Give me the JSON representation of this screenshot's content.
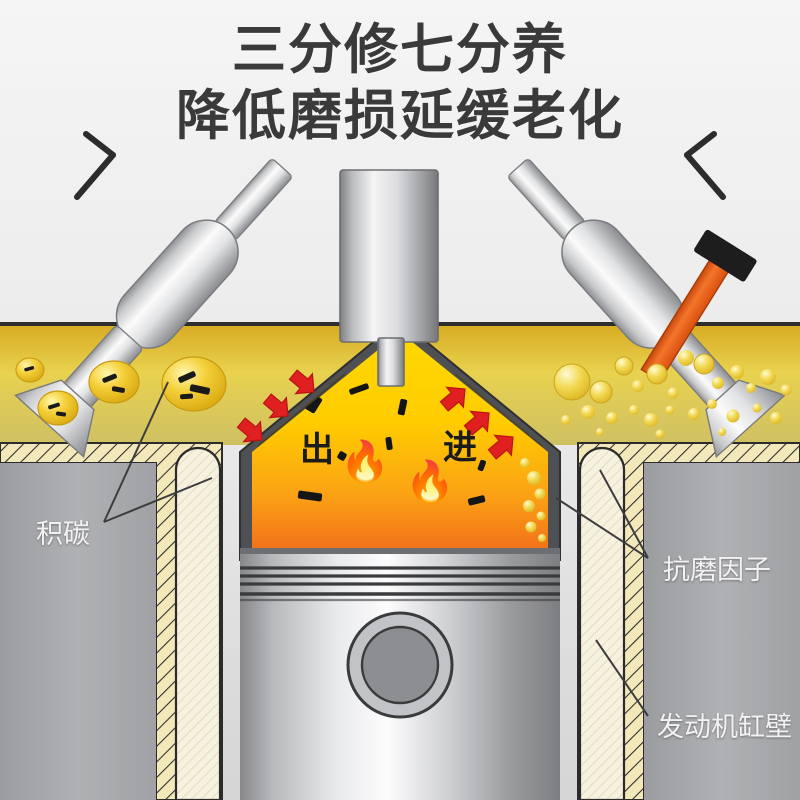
{
  "headline": {
    "line1": "三分修七分养",
    "line2": "降低磨损延缓老化",
    "color": "#3a3a3a"
  },
  "chamber": {
    "label_exhaust": "出",
    "label_intake": "进",
    "flame_icon": "🔥",
    "flames": [
      "🔥",
      "🔥"
    ],
    "gas_color_top": "#ffd400",
    "gas_color_bottom": "#f47a16",
    "wall_color": "#4f5053",
    "arrow_color": "#e02020"
  },
  "callouts": [
    {
      "id": "carbon",
      "label": "积碳",
      "color": "#f2f2f2"
    },
    {
      "id": "antiwear",
      "label": "抗磨因子",
      "color": "#f2f2f2"
    },
    {
      "id": "wall",
      "label": "发动机缸壁",
      "color": "#f2f2f2"
    }
  ],
  "parts": {
    "spark_plug": "spark-plug",
    "valve_left": "exhaust-valve",
    "valve_right": "intake-valve",
    "injector": "fuel-injector",
    "piston": "piston",
    "cylinder_block": "cylinder-block",
    "coolant_channel": "coolant-channel",
    "oil_band": "oil-film-band"
  },
  "colors": {
    "background_top": "#f4f4f4",
    "background_bottom": "#d6d6d6",
    "oil_gold": "#e0b93a",
    "block_hatch": "#f2e7b8",
    "metal_light": "#f2f2f2",
    "metal_dark": "#8d8d8d",
    "injector_orange": "#ef6415",
    "injector_tip": "#1d1d1d",
    "interior_gray": "#a8a8ac"
  },
  "droplets": {
    "dirty_side_note": "left oil droplets contain dark carbon specks",
    "clean_side_note": "right oil bubbles are clear anti-wear factor"
  }
}
